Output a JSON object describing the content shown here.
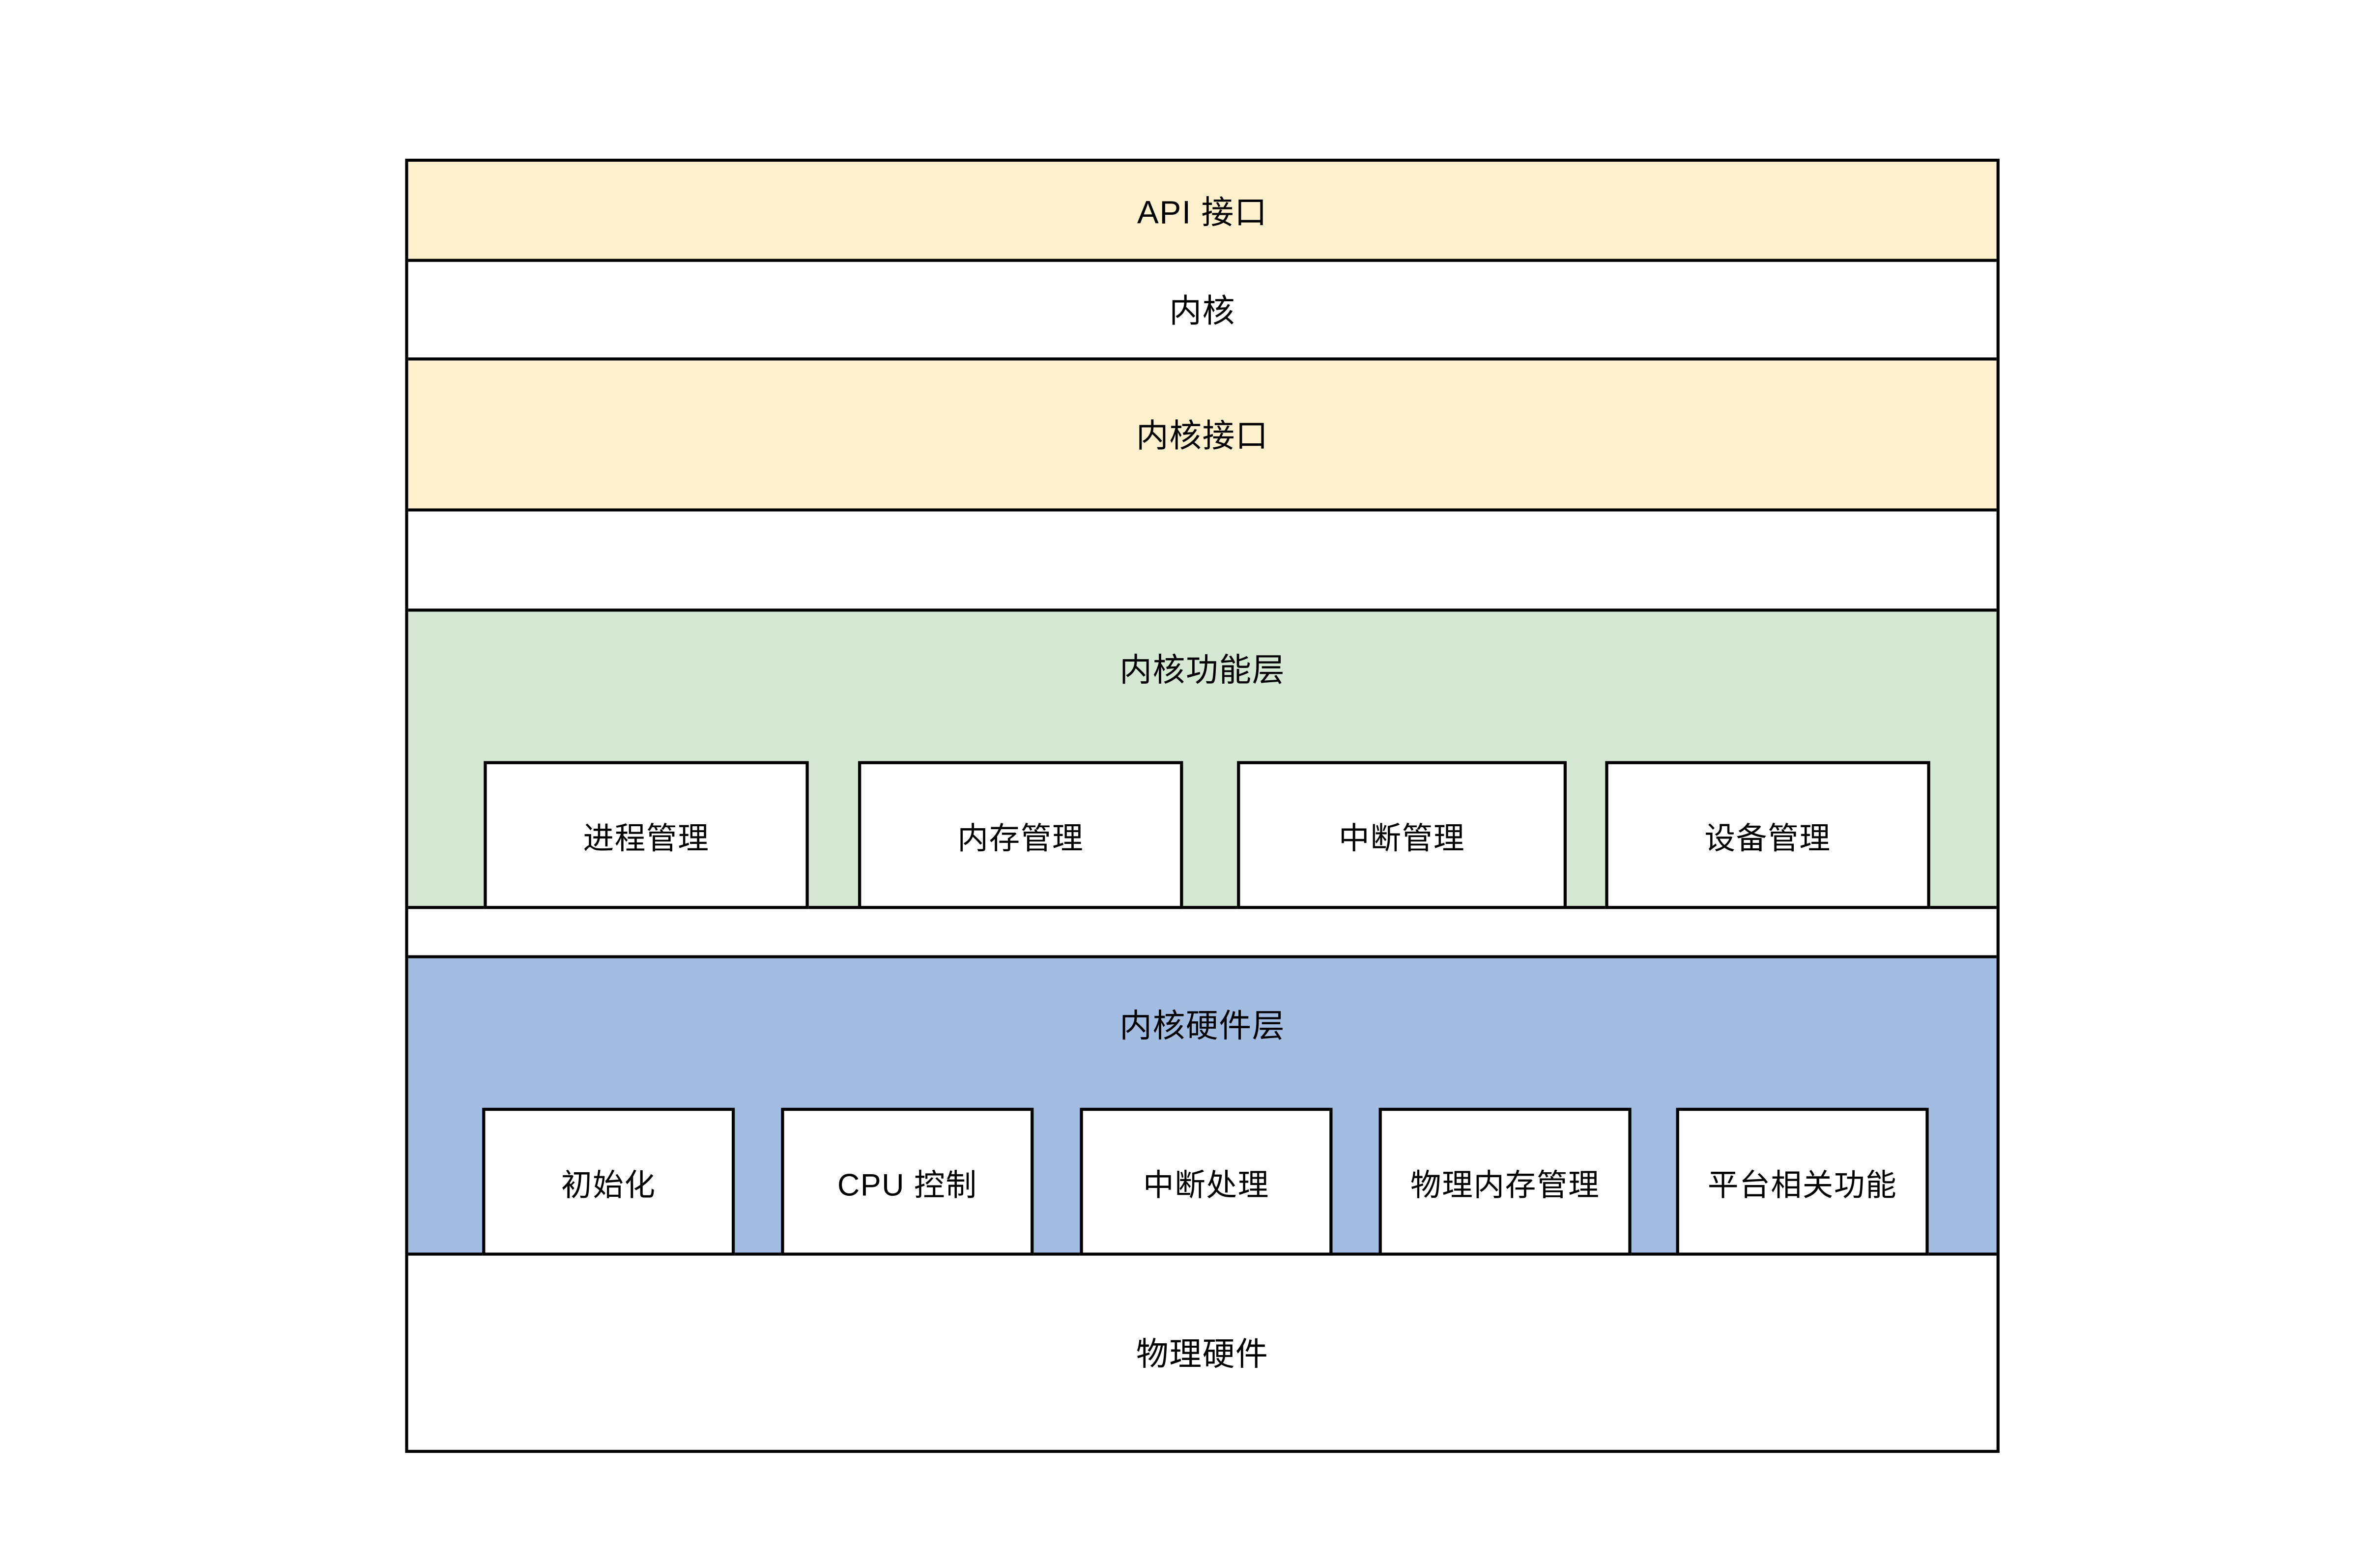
{
  "diagram": {
    "layers": [
      {
        "id": "api-interface",
        "label": "API 接口"
      },
      {
        "id": "kernel",
        "label": "内核"
      },
      {
        "id": "kernel-interface",
        "label": "内核接口"
      },
      {
        "id": "spacer-top",
        "label": ""
      },
      {
        "id": "kernel-function-layer",
        "label": "内核功能层",
        "children": [
          "进程管理",
          "内存管理",
          "中断管理",
          "设备管理"
        ]
      },
      {
        "id": "spacer-middle",
        "label": ""
      },
      {
        "id": "kernel-hardware-layer",
        "label": "内核硬件层",
        "children": [
          "初始化",
          "CPU 控制",
          "中断处理",
          "物理内存管理",
          "平台相关功能"
        ]
      },
      {
        "id": "physical-hardware",
        "label": "物理硬件"
      }
    ],
    "colors": {
      "layer_yellow": "#FFF0CE",
      "layer_green": "#D5E8D4",
      "layer_blue": "#A2BCE2",
      "layer_white": "#FFFFFF",
      "border": "#000000",
      "text": "#000000"
    }
  }
}
